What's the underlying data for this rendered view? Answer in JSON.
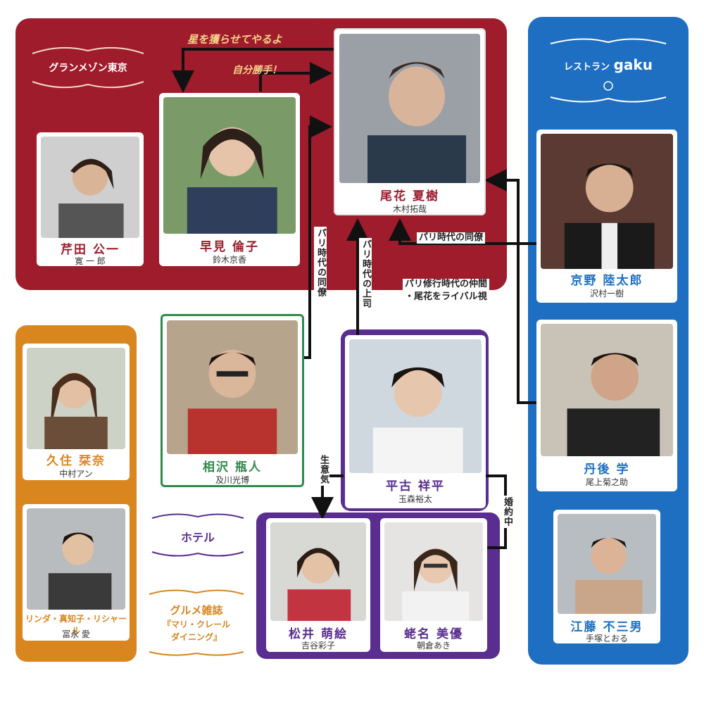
{
  "groups": {
    "grandmaison": "グランメゾン東京",
    "gaku_prefix": "レストラン",
    "gaku_name": "gaku",
    "hotel": "ホテル",
    "gourmet_line1": "グルメ雑誌",
    "gourmet_line2": "『マリ・クレール",
    "gourmet_line3": "ダイニング』"
  },
  "relations": {
    "hoshi": "星を獲らせてやるよ",
    "katte": "自分勝手！",
    "paris_douryou_left": "パリ時代の同僚",
    "paris_joushi": "パリ時代の上司",
    "paris_douryou_right": "パリ時代の同僚",
    "paris_nakama_1": "パリ修行時代の仲間",
    "paris_nakama_2": "・尾花をライバル視",
    "namaiki": "生意気",
    "konyaku": "婚約中"
  },
  "characters": {
    "obana": {
      "name": "尾花 夏樹",
      "actor": "木村拓哉"
    },
    "hayami": {
      "name": "早見 倫子",
      "actor": "鈴木京香"
    },
    "serita": {
      "name": "芹田 公一",
      "actor": "寛 一 郎"
    },
    "kyono": {
      "name": "京野 陸太郎",
      "actor": "沢村一樹"
    },
    "tango": {
      "name": "丹後 学",
      "actor": "尾上菊之助"
    },
    "eto": {
      "name": "江藤 不三男",
      "actor": "手塚とおる"
    },
    "aizawa": {
      "name": "相沢 瓶人",
      "actor": "及川光博"
    },
    "hirako": {
      "name": "平古 祥平",
      "actor": "玉森裕太"
    },
    "matsui": {
      "name": "松井 萌絵",
      "actor": "吉谷彩子"
    },
    "ebina": {
      "name": "蛯名 美優",
      "actor": "朝倉あき"
    },
    "kusumi": {
      "name": "久住 栞奈",
      "actor": "中村アン"
    },
    "linda": {
      "name": "リンダ・真知子・リシャール",
      "actor": "冨永 愛"
    }
  },
  "colors": {
    "maroon": "#9e1c2c",
    "blue": "#1e6fc2",
    "orange": "#d9861f",
    "purple": "#5a2e91",
    "green": "#2f8a4a"
  }
}
